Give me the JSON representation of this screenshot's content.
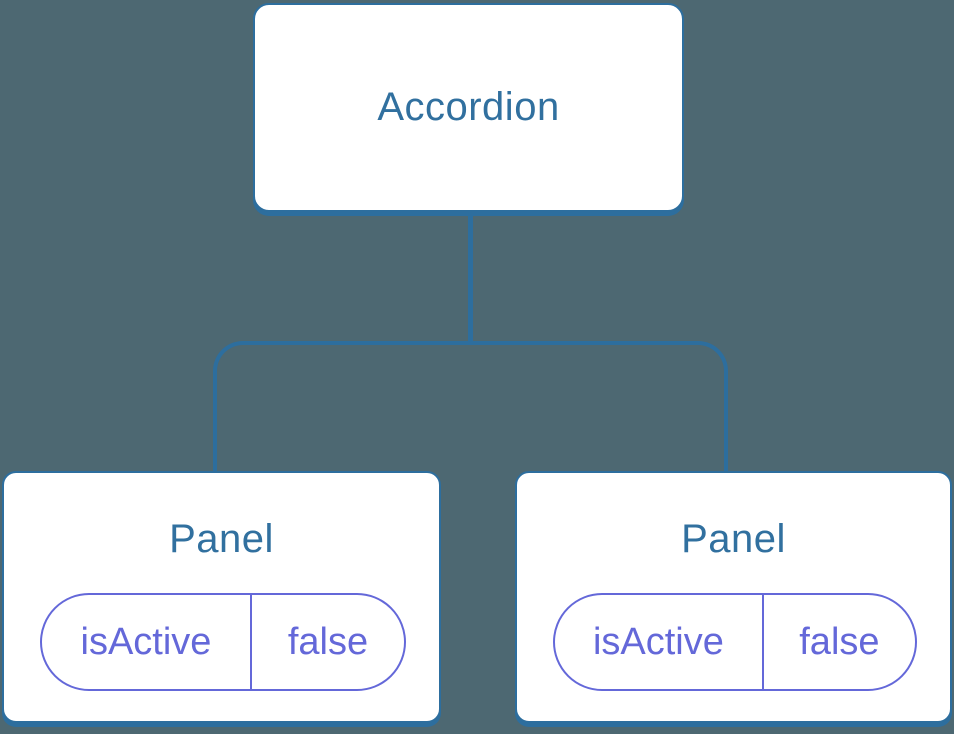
{
  "diagram": {
    "title": "component-state-tree",
    "colors": {
      "background": "#4D6872",
      "node_fill": "#FFFFFF",
      "line_blue": "#2D6E9E",
      "node_text_blue": "#31709F",
      "state_purple": "#6468D9"
    },
    "root": {
      "label": "Accordion"
    },
    "children": [
      {
        "label": "Panel",
        "state": {
          "name": "isActive",
          "value": "false"
        }
      },
      {
        "label": "Panel",
        "state": {
          "name": "isActive",
          "value": "false"
        }
      }
    ]
  }
}
